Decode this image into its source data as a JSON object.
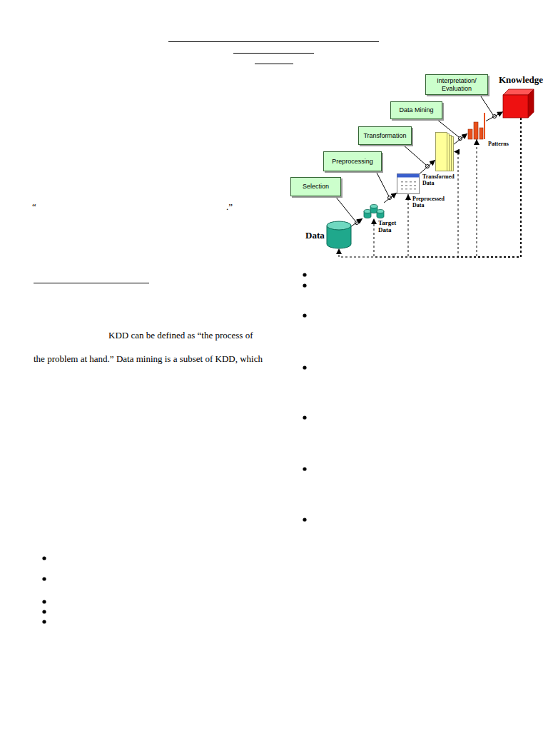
{
  "diagram": {
    "nodes": [
      {
        "text": [
          "Data"
        ]
      },
      {
        "text": [
          "Target Data"
        ]
      },
      {
        "text": [
          "Preprocessed Data"
        ]
      },
      {
        "text": [
          "Transformed Data"
        ]
      },
      {
        "text": [
          "Patterns"
        ]
      },
      {
        "text": [
          "Knowledge"
        ]
      },
      {
        "text": [
          "Selection"
        ]
      },
      {
        "text": [
          "Preprocessing"
        ]
      },
      {
        "text": [
          "Transformation"
        ]
      },
      {
        "text": [
          "Data Mining"
        ]
      },
      {
        "text": [
          "Interpretation/ Evaluation"
        ]
      }
    ],
    "edges": [
      {
        "from": 0,
        "to": 1,
        "arrow": "to"
      },
      {
        "from": 1,
        "to": 2,
        "arrow": "to"
      },
      {
        "from": 2,
        "to": 3,
        "arrow": "to"
      },
      {
        "from": 3,
        "to": 4,
        "arrow": "to"
      },
      {
        "from": 4,
        "to": 5,
        "arrow": "to"
      },
      {
        "from": 5,
        "to": 0,
        "arrow": "to"
      },
      {
        "from": 5,
        "to": 1,
        "arrow": "to"
      },
      {
        "from": 5,
        "to": 2,
        "arrow": "to"
      },
      {
        "from": 5,
        "to": 3,
        "arrow": "to"
      },
      {
        "from": 5,
        "to": 4,
        "arrow": "to"
      }
    ],
    "labels": [
      "KDD can be defined as “the process of",
      "the problem at hand.” Data mining is a subset of KDD, which",
      "“",
      ".”"
    ]
  }
}
